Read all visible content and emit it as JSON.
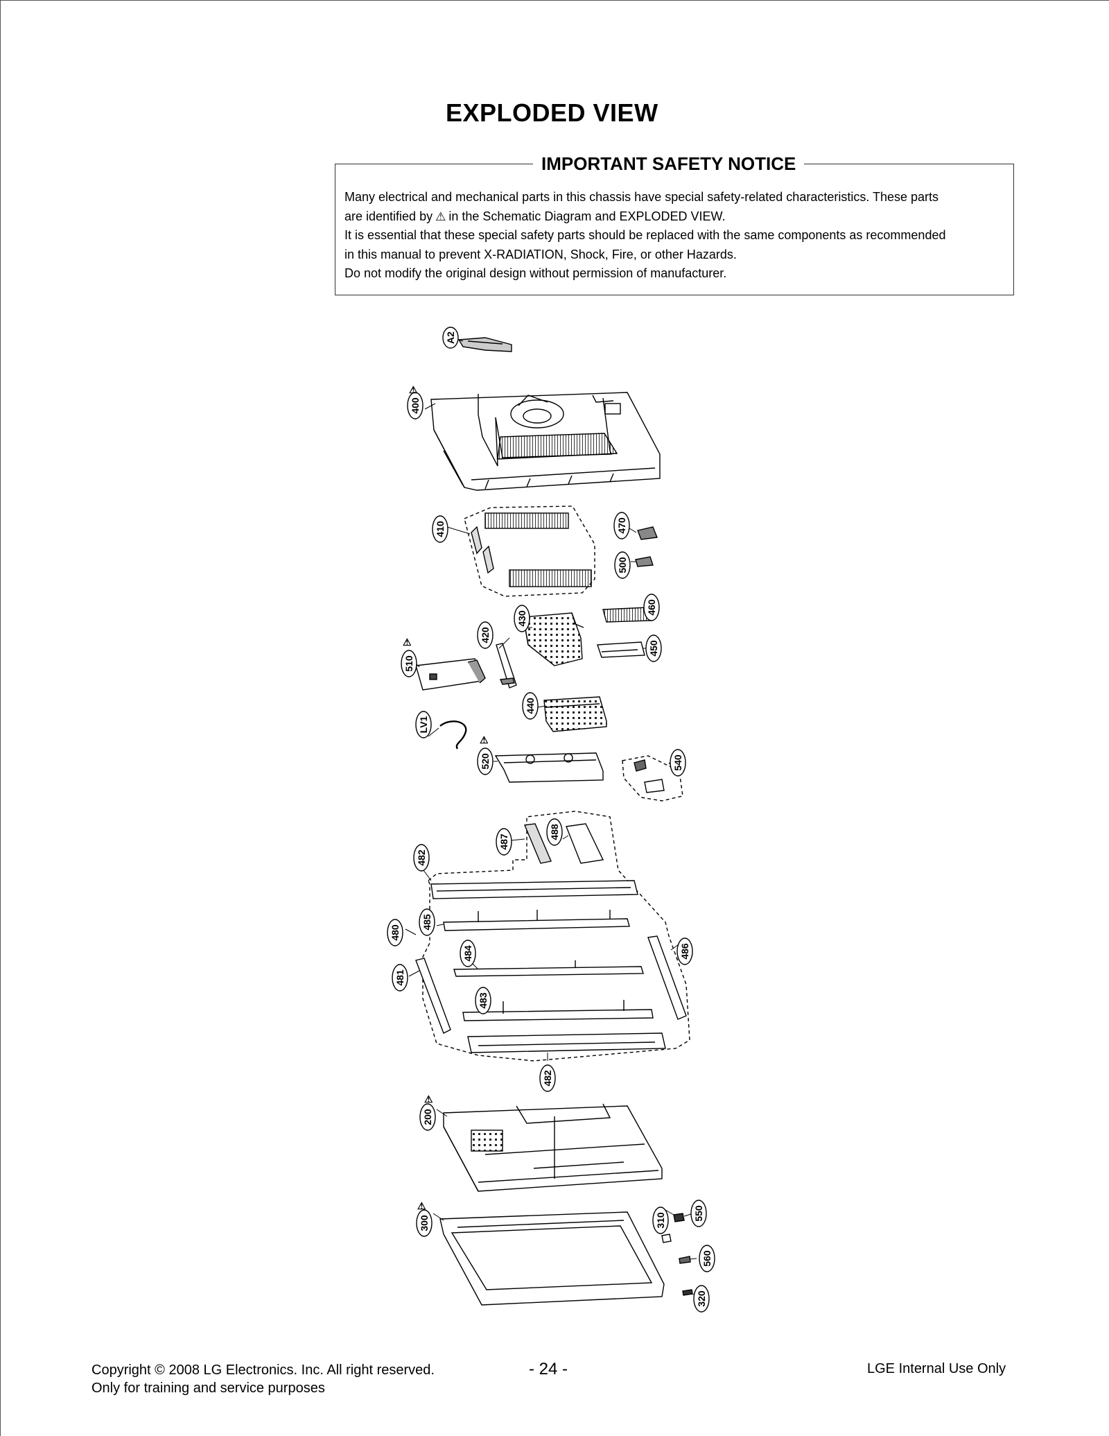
{
  "page": {
    "title": "EXPLODED VIEW",
    "page_number": "- 24 -"
  },
  "notice": {
    "heading": "IMPORTANT SAFETY NOTICE",
    "line1": "Many electrical and mechanical parts in this chassis have special safety-related characteristics. These parts",
    "line2_before": "are identified by",
    "line2_symbol": "⚠",
    "line2_after": "in the Schematic Diagram and EXPLODED VIEW.",
    "line3": "It is essential that these special safety parts should be replaced with the same components as recommended",
    "line4": "in this manual to prevent X-RADIATION, Shock, Fire, or other Hazards.",
    "line5": "Do not modify the original design without permission of manufacturer."
  },
  "diagram": {
    "safety_mark": "⚠",
    "labels": {
      "a2": "A2",
      "p400": "400",
      "p410": "410",
      "p470": "470",
      "p500": "500",
      "p460": "460",
      "p430": "430",
      "p420": "420",
      "p450": "450",
      "p510": "510",
      "p440": "440",
      "lv1": "LV1",
      "p520": "520",
      "p540": "540",
      "p487": "487",
      "p488": "488",
      "p482_top": "482",
      "p485": "485",
      "p480": "480",
      "p484": "484",
      "p486": "486",
      "p481": "481",
      "p483": "483",
      "p482_bottom": "482",
      "p200": "200",
      "p300": "300",
      "p310": "310",
      "p550": "550",
      "p560": "560",
      "p320": "320"
    }
  },
  "footer": {
    "copyright": "Copyright © 2008 LG Electronics. Inc. All right reserved.",
    "training": "Only for training and service purposes",
    "internal": "LGE Internal Use Only"
  }
}
